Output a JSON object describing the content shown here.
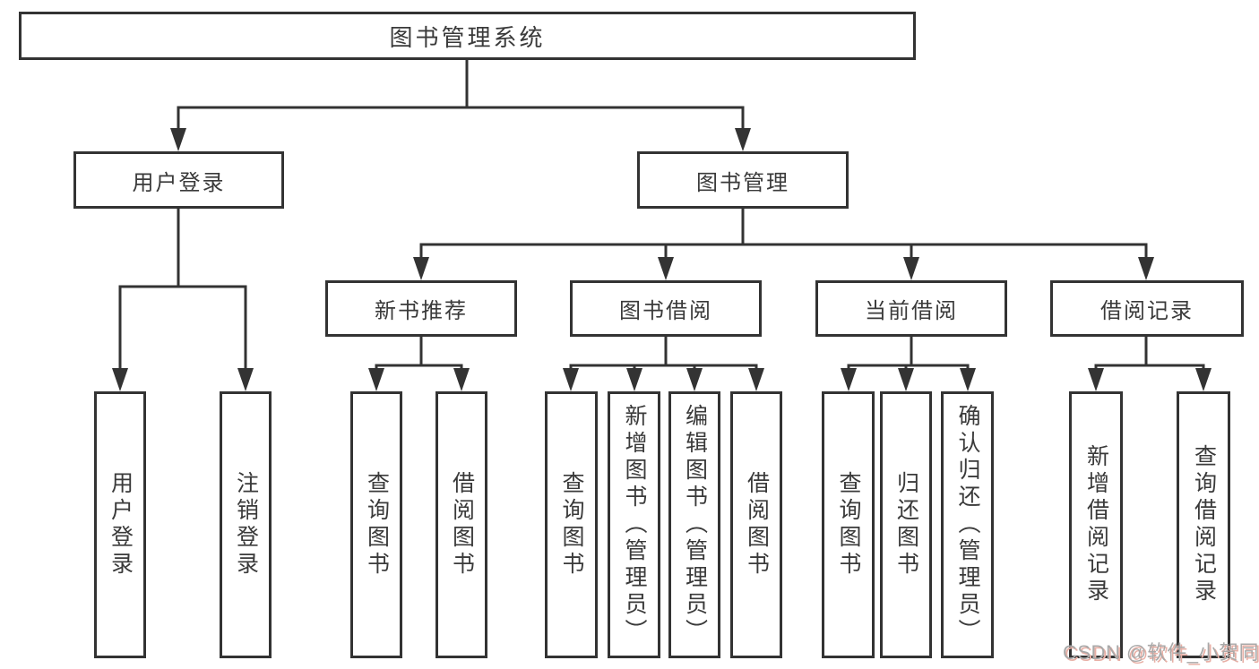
{
  "tree": {
    "root": {
      "label": "图书管理系统"
    },
    "branches": [
      {
        "label": "用户登录",
        "children": [
          {
            "label": "用户登录"
          },
          {
            "label": "注销登录"
          }
        ]
      },
      {
        "label": "图书管理",
        "sections": [
          {
            "label": "新书推荐",
            "children": [
              {
                "label": "查询图书"
              },
              {
                "label": "借阅图书"
              }
            ]
          },
          {
            "label": "图书借阅",
            "children": [
              {
                "label": "查询图书"
              },
              {
                "label": "新增图书（管理员）"
              },
              {
                "label": "编辑图书（管理员）"
              },
              {
                "label": "借阅图书"
              }
            ]
          },
          {
            "label": "当前借阅",
            "children": [
              {
                "label": "查询图书"
              },
              {
                "label": "归还图书"
              },
              {
                "label": "确认归还（管理员）"
              }
            ]
          },
          {
            "label": "借阅记录",
            "children": [
              {
                "label": "新增借阅记录"
              },
              {
                "label": "查询借阅记录"
              }
            ]
          }
        ]
      }
    ]
  },
  "watermark": {
    "text": "CSDN @软件_小贺同学"
  },
  "colors": {
    "line": "#333333",
    "box_border": "#333333",
    "text": "#3a3a3a",
    "background": "#ffffff",
    "watermark_text": "#a9a9a9",
    "watermark_shadow": "#e8b0a6"
  }
}
